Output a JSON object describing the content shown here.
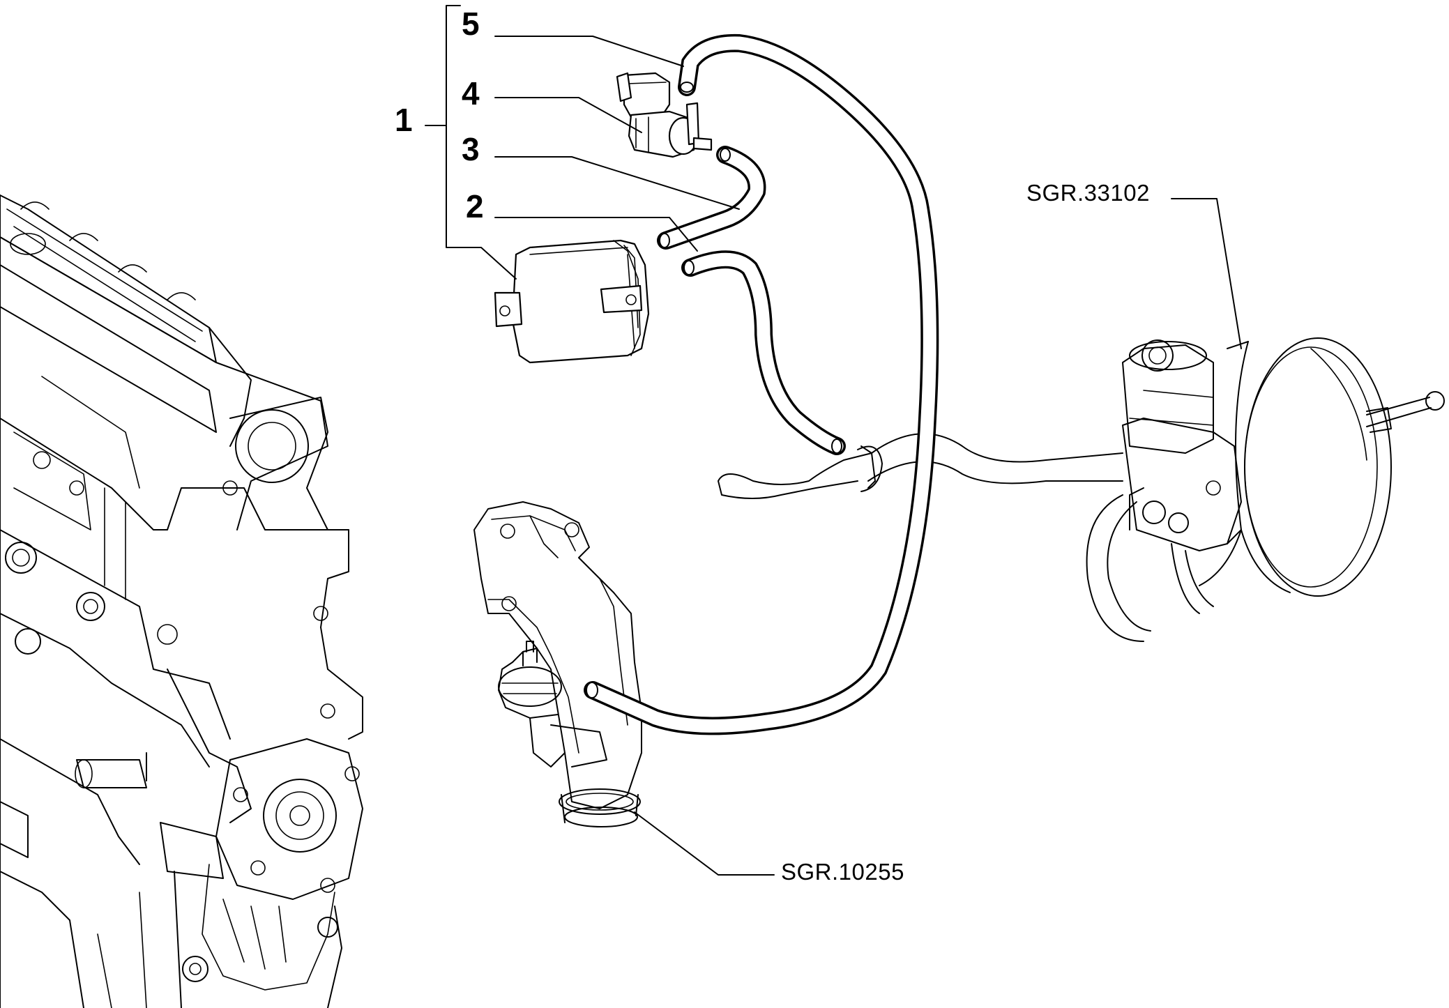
{
  "callouts": {
    "c1": "1",
    "c2": "2",
    "c3": "3",
    "c4": "4",
    "c5": "5"
  },
  "references": {
    "brake_booster": "SGR.33102",
    "intake_manifold": "SGR.10255"
  }
}
